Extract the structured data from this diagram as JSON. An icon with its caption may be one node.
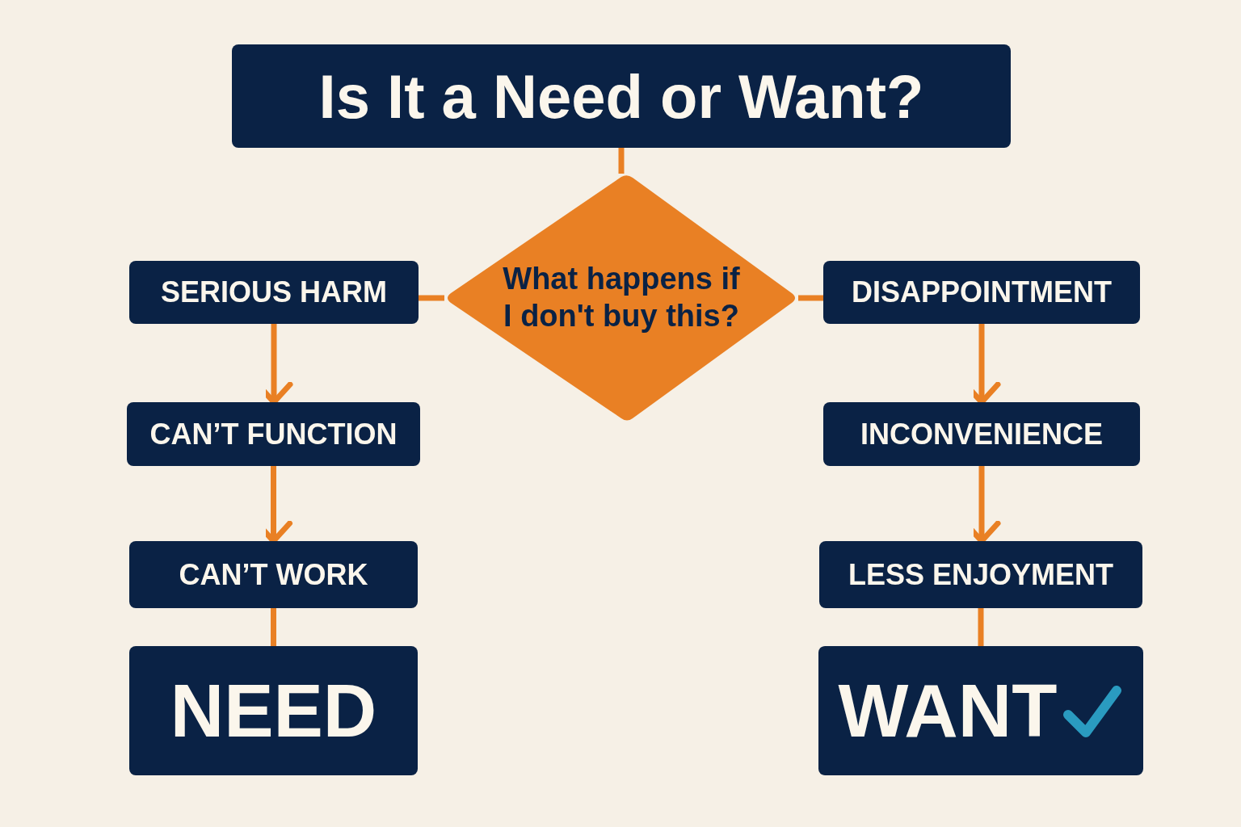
{
  "diagram": {
    "nodes": [
      {
        "text": [
          "Is It a Need or Want?"
        ]
      },
      {
        "text": [
          "What happens if I don't buy this?"
        ]
      },
      {
        "text": [
          "SERIOUS HARM"
        ]
      },
      {
        "text": [
          "CAN’T FUNCTION"
        ]
      },
      {
        "text": [
          "CAN’T WORK"
        ]
      },
      {
        "text": [
          "NEED"
        ]
      },
      {
        "text": [
          "DISAPPOINTMENT"
        ]
      },
      {
        "text": [
          "INCONVENIENCE"
        ]
      },
      {
        "text": [
          "LESS ENJOYMENT"
        ]
      },
      {
        "text": [
          "WANT"
        ]
      }
    ],
    "edges": [
      {
        "from": 0,
        "to": 1,
        "arrow": "none"
      },
      {
        "from": 1,
        "to": 2,
        "arrow": "none"
      },
      {
        "from": 1,
        "to": 6,
        "arrow": "none"
      },
      {
        "from": 2,
        "to": 3,
        "arrow": "to"
      },
      {
        "from": 3,
        "to": 4,
        "arrow": "to"
      },
      {
        "from": 4,
        "to": 5,
        "arrow": "none"
      },
      {
        "from": 6,
        "to": 7,
        "arrow": "to"
      },
      {
        "from": 7,
        "to": 8,
        "arrow": "to"
      },
      {
        "from": 8,
        "to": 9,
        "arrow": "none"
      }
    ]
  }
}
